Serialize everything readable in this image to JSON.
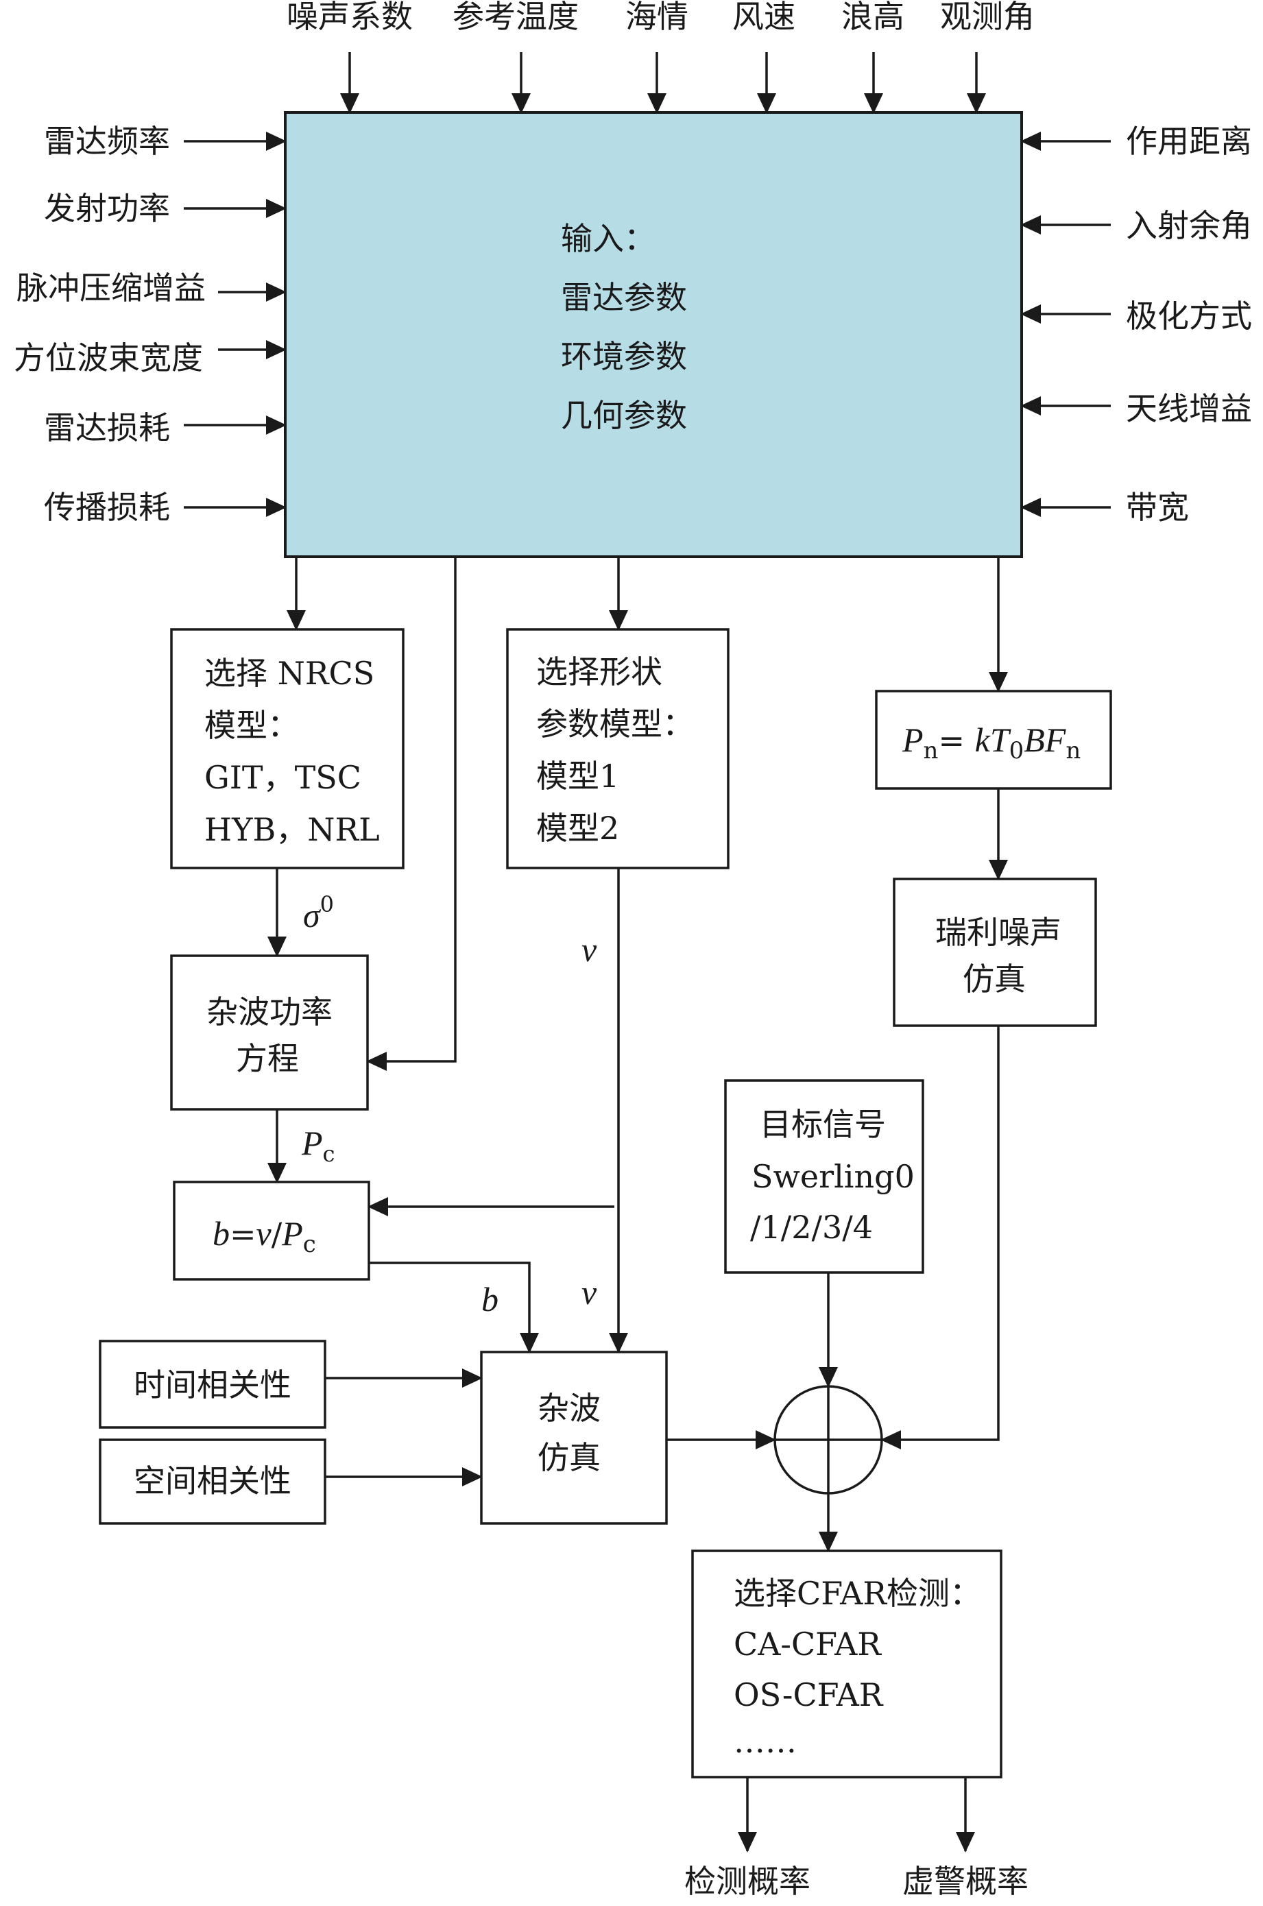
{
  "colors": {
    "main_fill": "#b6dce6",
    "stroke": "#1a1a1a"
  },
  "top_inputs": [
    "噪声系数",
    "参考温度",
    "海情",
    "风速",
    "浪高",
    "观测角"
  ],
  "left_inputs": [
    "雷达频率",
    "发射功率",
    "脉冲压缩增益",
    "方位波束宽度",
    "雷达损耗",
    "传播损耗"
  ],
  "right_inputs": [
    "作用距离",
    "入射余角",
    "极化方式",
    "天线增益",
    "带宽"
  ],
  "main_box": [
    "输入：",
    "雷达参数",
    "环境参数",
    "几何参数"
  ],
  "nrcs_box": [
    "选择 NRCS",
    "模型：",
    "GIT，TSC",
    "HYB，NRL"
  ],
  "shape_box": [
    "选择形状",
    "参数模型：",
    "模型1",
    "模型2"
  ],
  "noise_formula": {
    "P": "P",
    "n": "n",
    "eq": "= ",
    "kT": "kT",
    "zero": "0",
    "BF": "BF"
  },
  "rayleigh_box": [
    "瑞利噪声",
    "仿真"
  ],
  "clutter_power_box": [
    "杂波功率",
    "方程"
  ],
  "target_box": [
    "目标信号",
    "Swerling0",
    "/1/2/3/4"
  ],
  "b_formula": {
    "b": "b",
    "eq": "=",
    "v": "v",
    "slash": "/",
    "P": "P",
    "c": "c"
  },
  "time_corr": "时间相关性",
  "space_corr": "空间相关性",
  "clutter_sim_box": [
    "杂波",
    "仿真"
  ],
  "cfar_box": [
    "选择CFAR检测：",
    "CA-CFAR",
    "OS-CFAR",
    "……"
  ],
  "edge_labels": {
    "sigma": "σ",
    "sigma_sup": "0",
    "v1": "v",
    "Pc": "P",
    "Pc_sub": "c",
    "b": "b",
    "v2": "v"
  },
  "outputs": [
    "检测概率",
    "虚警概率"
  ]
}
